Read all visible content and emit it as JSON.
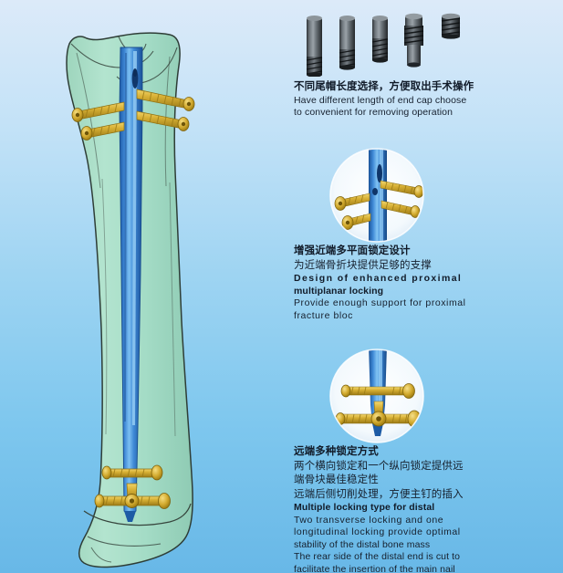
{
  "page": {
    "title": "Tibial Intramedullary Nail Features",
    "background_top": "#dceaf9",
    "background_bottom": "#68b8e7",
    "text_color": "#16202e"
  },
  "illustration": {
    "name": "tibia-with-intramedullary-nail",
    "bone_color": "#a6dcc5",
    "bone_outline": "#2b3a34",
    "nail_color": "#2f74c4",
    "nail_highlight": "#67b2ee",
    "screw_color": "#d9b33a",
    "screw_shadow": "#a8811d",
    "proximal_screw_count": 3,
    "distal_screw_count": 3
  },
  "endcaps": {
    "name": "end-cap-length-options",
    "body_color": "#5a6066",
    "dark_color": "#2b2f33",
    "items": [
      {
        "label": "end-cap-longest",
        "height": 62,
        "thread_height": 18
      },
      {
        "label": "end-cap-long",
        "height": 52,
        "thread_height": 18
      },
      {
        "label": "end-cap-medium",
        "height": 43,
        "thread_height": 20
      },
      {
        "label": "end-cap-short-flanged",
        "height": 50,
        "thread_height": 16
      },
      {
        "label": "end-cap-shortest",
        "height": 22,
        "thread_height": 22
      }
    ]
  },
  "sections": [
    {
      "id": "end-cap-section",
      "cn_heading": "不同尾帽长度选择，方便取出手术操作",
      "cn_sub": "",
      "en_heading": "",
      "en_lines": [
        "Have different length of end cap choose",
        "to convenient for removing operation"
      ]
    },
    {
      "id": "proximal-locking-section",
      "cn_heading": "增强近端多平面锁定设计",
      "cn_sub": "为近端骨折块提供足够的支撑",
      "en_heading_spaced": "Design of enhanced proximal",
      "en_heading_tight": "multiplanar locking",
      "en_lines": [
        "Provide enough support for proximal",
        "fracture bloc"
      ]
    },
    {
      "id": "distal-locking-section",
      "cn_heading": "远端多种锁定方式",
      "cn_sub_1": "两个横向锁定和一个纵向锁定提供远",
      "cn_sub_2": "端骨块最佳稳定性",
      "cn_sub_3": "远端后侧切削处理，方便主钉的插入",
      "en_heading": "Multiple locking type for distal",
      "en_lines": [
        "Two transverse locking and one",
        "longitudinal locking provide optimal",
        "stability of the distal bone mass",
        "The rear side of the distal end is cut to",
        "facilitate the insertion of the main nail"
      ]
    }
  ],
  "insets": [
    {
      "id": "proximal-inset",
      "name": "proximal-multiplanar-locking-closeup",
      "circle_fill": "#f2f8fd",
      "screw_count": 4
    },
    {
      "id": "distal-inset",
      "name": "distal-locking-closeup",
      "circle_fill": "#f2f8fd",
      "screw_count": 4
    }
  ]
}
